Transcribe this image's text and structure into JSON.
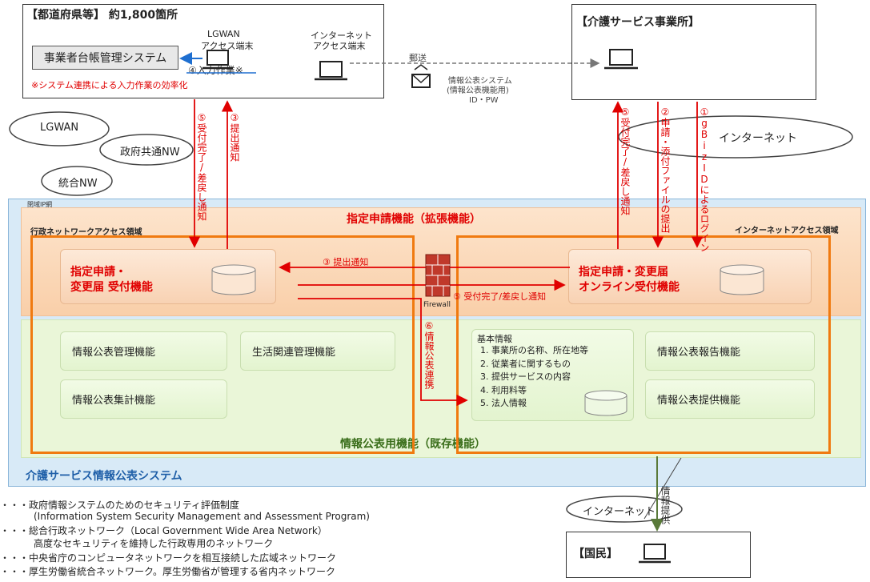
{
  "prefecture": {
    "title": "【都道府県等】 約1,800箇所",
    "lgwan_terminal": [
      "LGWAN",
      "アクセス端末"
    ],
    "internet_terminal": [
      "インターネット",
      "アクセス端末"
    ],
    "registry_system": "事業者台帳管理システム",
    "input_label": "④入力作業※",
    "note": "※システム連携による入力作業の効率化"
  },
  "care_office": {
    "title": "【介護サービス事業所】"
  },
  "mail": {
    "label": "郵送",
    "caption": [
      "情報公表システム",
      "(情報公表機能用)",
      "ID・PW"
    ]
  },
  "clouds": {
    "lgwan": "LGWAN",
    "gov_nw": "政府共通NW",
    "integrated_nw": "統合NW",
    "internet_top": "インターネット",
    "internet_bottom": "インターネット"
  },
  "arrows": {
    "left_5": "⑤受付完了/差戻し通知",
    "left_3": "③提出通知",
    "right_5": "⑤受付完了/差戻し通知",
    "right_2": "②申請・添付ファイルの提出",
    "right_1": "①gBizIDによるログイン",
    "mid_3": "③ 提出通知",
    "mid_5": "⑤ 受付完了/差戻し通知",
    "mid_6": "⑥情報公表連携",
    "public_info": "情報提供"
  },
  "system": {
    "closed_net": "閉域IP網",
    "admin_area": "行政ネットワークアクセス領域",
    "internet_area": "インターネットアクセス領域",
    "extended_title": "指定申請機能（拡張機能）",
    "existing_title": "情報公表用機能（既存機能）",
    "system_name": "介護サービス情報公表システム",
    "firewall": "Firewall",
    "left_receive": [
      "指定申請・",
      "変更届 受付機能"
    ],
    "right_receive": [
      "指定申請・変更届",
      "オンライン受付機能"
    ],
    "green": {
      "mgmt": "情報公表管理機能",
      "life": "生活関連管理機能",
      "agg": "情報公表集計機能",
      "report": "情報公表報告機能",
      "provide": "情報公表提供機能"
    },
    "basic_info": {
      "title": "基本情報",
      "items": [
        "1.  事業所の名称、所在地等",
        "2.  従業者に関するもの",
        "3.  提供サービスの内容",
        "4.  利用料等",
        "5.  法人情報"
      ]
    }
  },
  "public": {
    "title": "【国民】"
  },
  "legend": [
    "・・・政府情報システムのためのセキュリティ評価制度",
    "(Information System Security Management and Assessment Program)",
    "・・・総合行政ネットワーク（Local Government Wide Area Network）",
    "高度なセキュリティを維持した行政専用のネットワーク",
    "・・・中央省庁のコンピュータネットワークを相互接続した広域ネットワーク",
    "・・・厚生労働省統合ネットワーク。厚生労働省が管理する省内ネットワーク"
  ]
}
